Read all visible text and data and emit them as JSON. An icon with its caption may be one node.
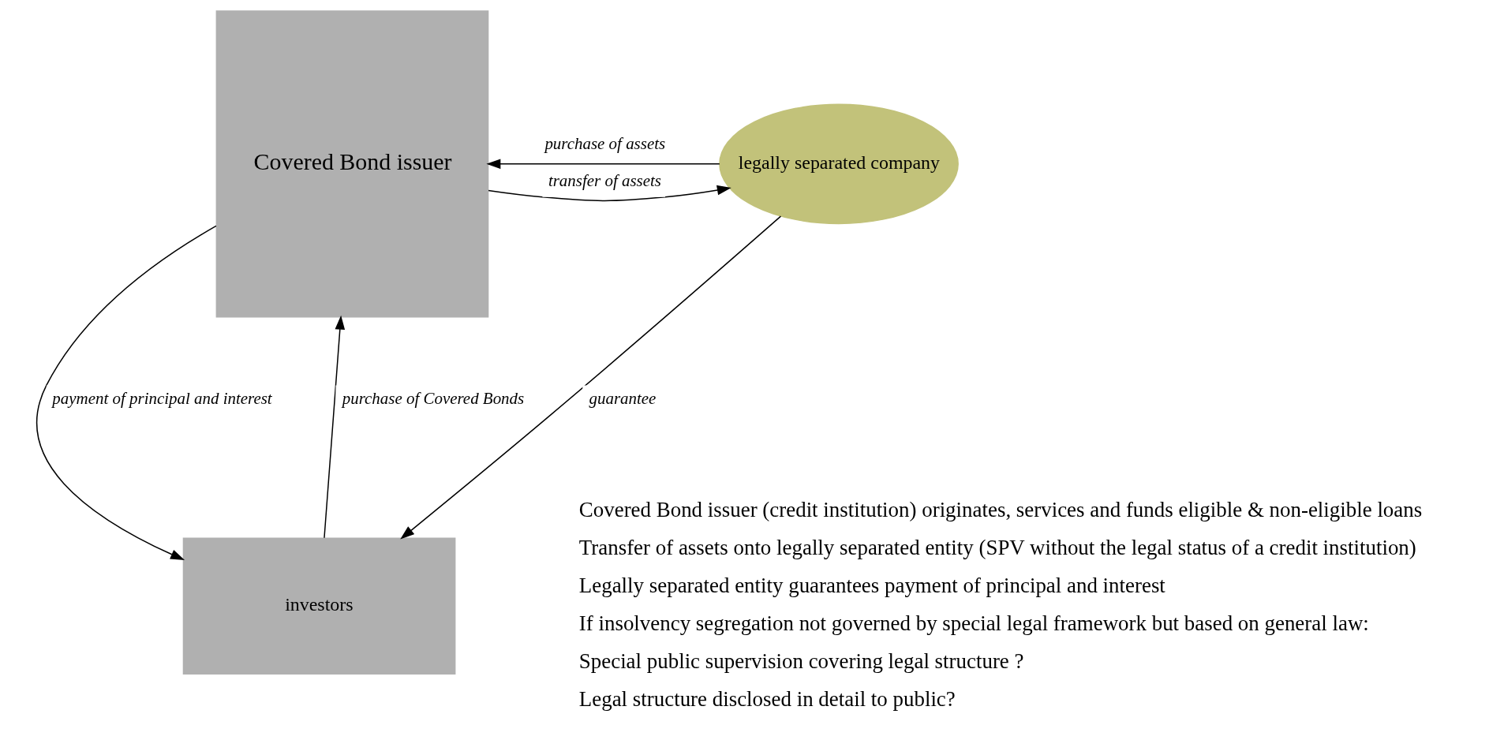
{
  "diagram": {
    "nodes": [
      {
        "text": [
          "Covered Bond issuer"
        ]
      },
      {
        "text": [
          "legally separated company"
        ]
      },
      {
        "text": [
          "investors"
        ]
      }
    ],
    "edges": [
      {
        "from": 0,
        "to": 1,
        "arrow": "to",
        "label": "transfer of assets"
      },
      {
        "from": 1,
        "to": 0,
        "arrow": "to",
        "label": "purchase of assets"
      },
      {
        "from": 0,
        "to": 2,
        "arrow": "to",
        "label": "payment of principal and interest"
      },
      {
        "from": 2,
        "to": 0,
        "arrow": "to",
        "label": "purchase of Covered Bonds"
      },
      {
        "from": 1,
        "to": 2,
        "arrow": "to",
        "label": "guarantee"
      }
    ],
    "labels": [
      "Covered Bond issuer (credit institution) originates, services and funds eligible & non-eligible loans",
      "Transfer of assets onto legally separated entity (SPV without the legal status of a credit institution)",
      "Legally separated entity guarantees payment of principal and interest",
      "If insolvency segregation not governed by special legal framework but based on general law:",
      "Special public supervision covering legal structure ?",
      "Legal structure disclosed in detail to public?"
    ]
  }
}
